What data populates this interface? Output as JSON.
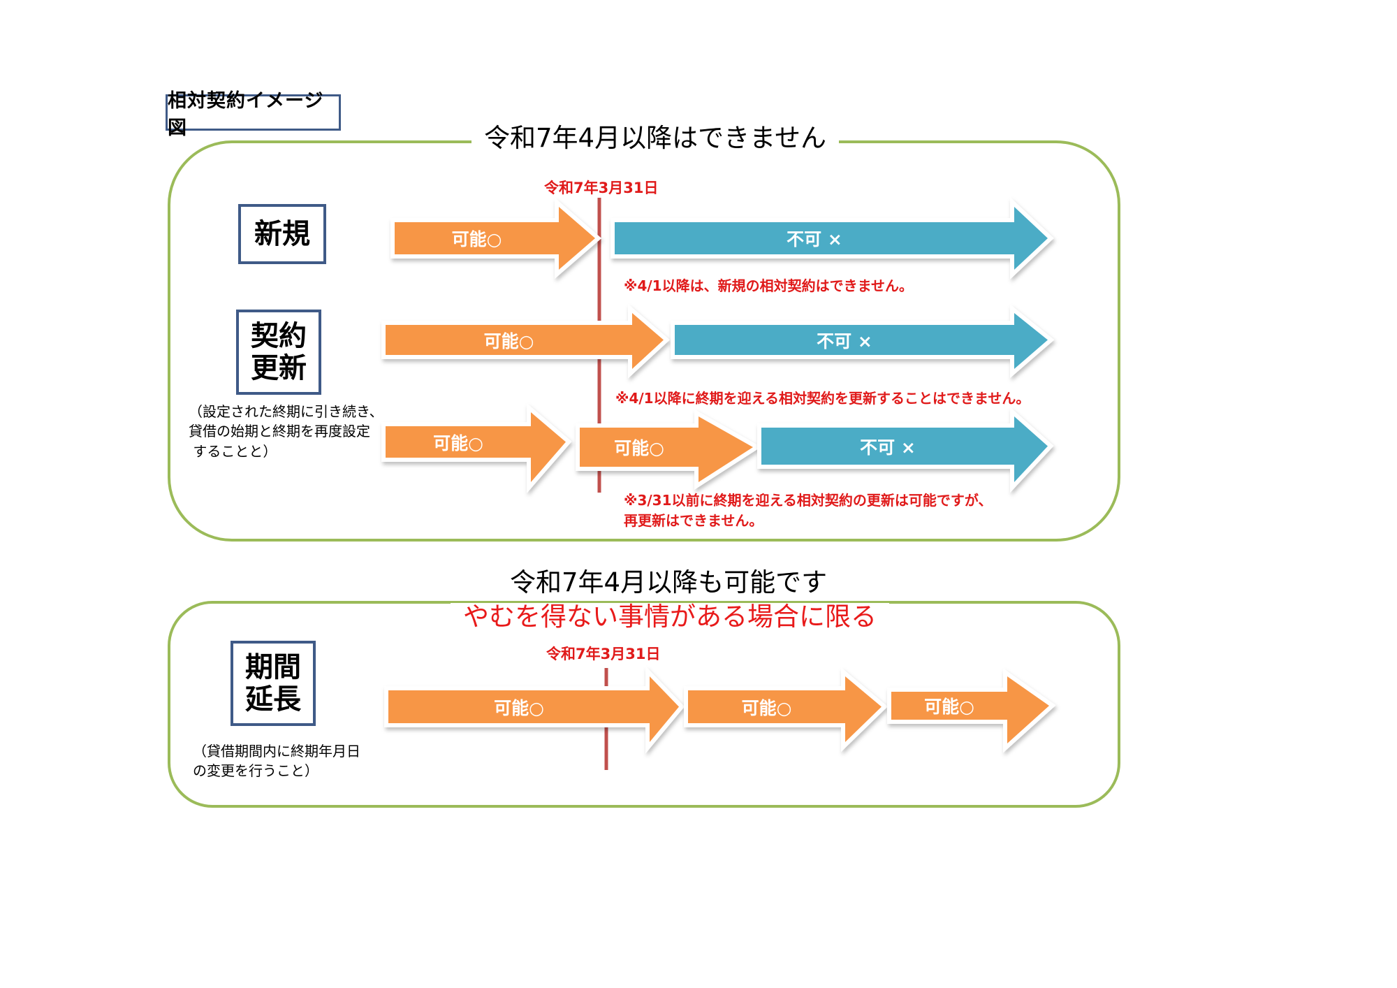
{
  "title": "相対契約イメージ図",
  "colors": {
    "frame": "#9bbb59",
    "label_border": "#3f5a87",
    "possible": "#f79646",
    "impossible": "#4bacc6",
    "divider": "#c0504d",
    "note_text": "#e01a1a"
  },
  "section_not_allowed": {
    "heading": "令和7年4月以降はできません",
    "date_marker": "令和7年3月31日",
    "rows": [
      {
        "label": [
          "新規"
        ],
        "arrows": [
          {
            "status": "possible",
            "text": "可能○"
          },
          {
            "status": "impossible",
            "text": "不可 ×"
          }
        ],
        "note": "※4/1以降は、新規の相対契約はできません。"
      },
      {
        "label": [
          "契約",
          "更新"
        ],
        "description": "（設定された終期に引き続き、\n貸借の始期と終期を再度設定\n することと）",
        "arrows": [
          {
            "status": "possible",
            "text": "可能○"
          },
          {
            "status": "impossible",
            "text": "不可 ×"
          }
        ],
        "note": "※4/1以降に終期を迎える相対契約を更新することはできません。"
      },
      {
        "arrows": [
          {
            "status": "possible",
            "text": "可能○"
          },
          {
            "status": "possible",
            "text": "可能○"
          },
          {
            "status": "impossible",
            "text": "不可 ×"
          }
        ],
        "note": "※3/31以前に終期を迎える相対契約の更新は可能ですが、\n再更新はできません。"
      }
    ]
  },
  "section_allowed": {
    "heading": "令和7年4月以降も可能です",
    "subheading": "やむを得ない事情がある場合に限る",
    "date_marker": "令和7年3月31日",
    "rows": [
      {
        "label": [
          "期間",
          "延長"
        ],
        "description": "（貸借期間内に終期年月日\nの変更を行うこと）",
        "arrows": [
          {
            "status": "possible",
            "text": "可能○"
          },
          {
            "status": "possible",
            "text": "可能○"
          },
          {
            "status": "possible",
            "text": "可能○"
          }
        ]
      }
    ]
  }
}
